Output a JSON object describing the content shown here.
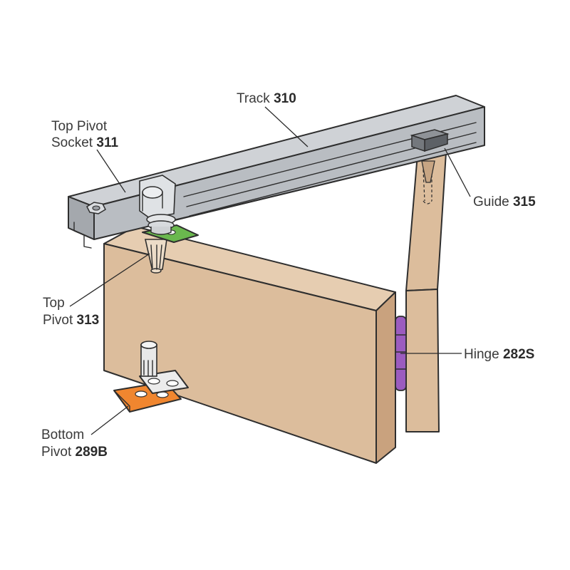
{
  "colors": {
    "wood_face": "#dcbd9c",
    "wood_side": "#c9a27e",
    "wood_top": "#e6cdb1",
    "track_top": "#cfd2d6",
    "track_front": "#b9bdc2",
    "track_end": "#a4a8ad",
    "pivot_plate_green": "#6ab84e",
    "bottom_plate_orange": "#f0862f",
    "hinge_purple": "#9b5cbf",
    "label_text": "#3a3a3a"
  },
  "labels": {
    "track": {
      "name": "Track",
      "number": "310"
    },
    "socket_line1": "Top Pivot",
    "socket": {
      "name": "Socket",
      "number": "311"
    },
    "guide": {
      "name": "Guide",
      "number": "315"
    },
    "top_pivot_line1": "Top",
    "top_pivot": {
      "name": "Pivot",
      "number": "313"
    },
    "hinge": {
      "name": "Hinge",
      "number": "282S"
    },
    "bottom_pivot_line1": "Bottom",
    "bottom_pivot": {
      "name": "Pivot",
      "number": "289B"
    }
  }
}
